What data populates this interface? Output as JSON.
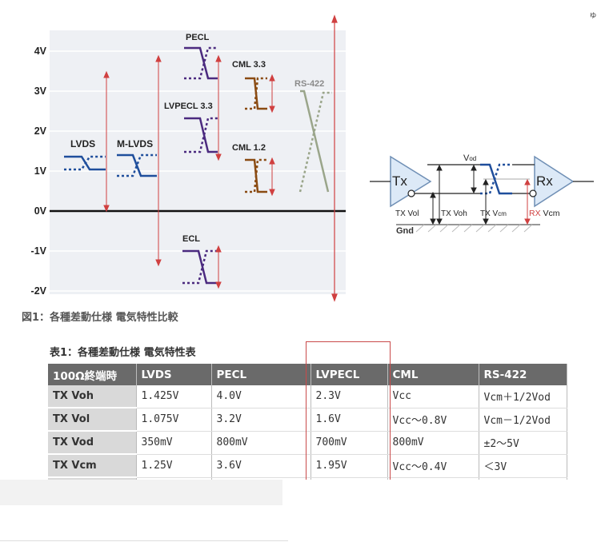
{
  "figure": {
    "y_ticks": [
      "4V",
      "3V",
      "2V",
      "1V",
      "0V",
      "-1V",
      "-2V"
    ],
    "labels": {
      "lvds": "LVDS",
      "mlvds": "M-LVDS",
      "pecl": "PECL",
      "lvpecl": "LVPECL 3.3",
      "ecl": "ECL",
      "cml33": "CML 3.3",
      "cml12": "CML 1.2",
      "rs422": "RS-422"
    },
    "colors": {
      "lvds": "#1f4e9c",
      "pecl": "#4b2a7f",
      "cml": "#8a4b12",
      "rs422": "#9aa58a",
      "arrow": "#d04040",
      "panel": "#eef0f4"
    },
    "caption": "図1：各種差動仕様 電気特性比較"
  },
  "circuit": {
    "tx": "Tx",
    "rx": "Rx",
    "vod_main": "V",
    "vod_sub": "od",
    "tx_vol": "TX Vol",
    "tx_voh": "TX Voh",
    "tx_vcm_main": "TX V",
    "tx_vcm_sub": "cm",
    "rx_vcm_rx": "RX",
    "rx_vcm_rest": " Vcm",
    "gnd": "Gnd"
  },
  "table": {
    "caption": "表1：各種差動仕様 電気特性表",
    "headers": [
      "100Ω終端時",
      "LVDS",
      "PECL",
      "LVPECL",
      "CML",
      "RS-422"
    ],
    "rows": [
      [
        "TX Voh",
        "1.425V",
        "4.0V",
        "2.3V",
        "Vcc",
        "Vcm＋1/2Vod"
      ],
      [
        "TX Vol",
        "1.075V",
        "3.2V",
        "1.6V",
        "Vcc〜0.8V",
        "Vcm－1/2Vod"
      ],
      [
        "TX Vod",
        "350mV",
        "800mV",
        "700mV",
        "800mV",
        "±2〜5V"
      ],
      [
        "TX Vcm",
        "1.25V",
        "3.6V",
        "1.95V",
        "Vcc〜0.4V",
        "＜3V"
      ]
    ]
  },
  "corner_glyph": "ゅ"
}
